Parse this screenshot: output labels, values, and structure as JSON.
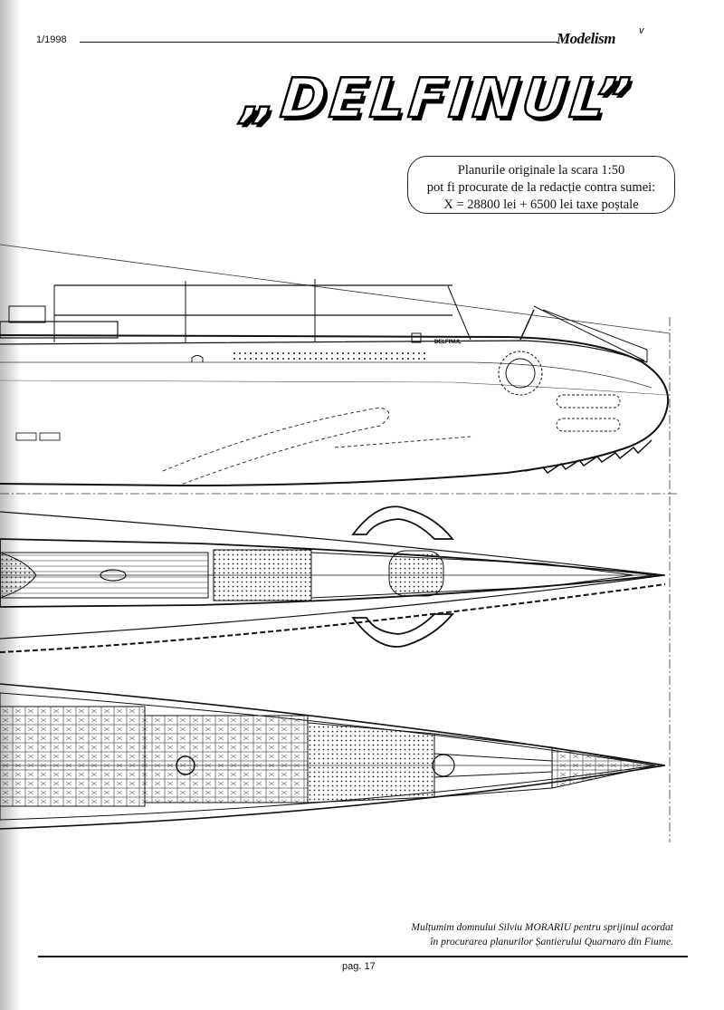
{
  "header": {
    "issue": "1/1998",
    "magazine": "Modelism",
    "mark": "v"
  },
  "title": "„DELFINUL”",
  "notice": {
    "line1": "Planurile originale la scara 1:50",
    "line2": "pot fi procurate de la redacție contra sumei:",
    "line3": "X = 28800 lei + 6500 lei taxe poștale"
  },
  "drawing": {
    "hull_label": "DELFINUL"
  },
  "acknowledgement": {
    "line1": "Mulțumim domnului Silviu MORARIU pentru sprijinul acordat",
    "line2": "în procurarea planurilor Șantierului Quarnaro din Fiume."
  },
  "footer": {
    "page": "pag. 17"
  }
}
